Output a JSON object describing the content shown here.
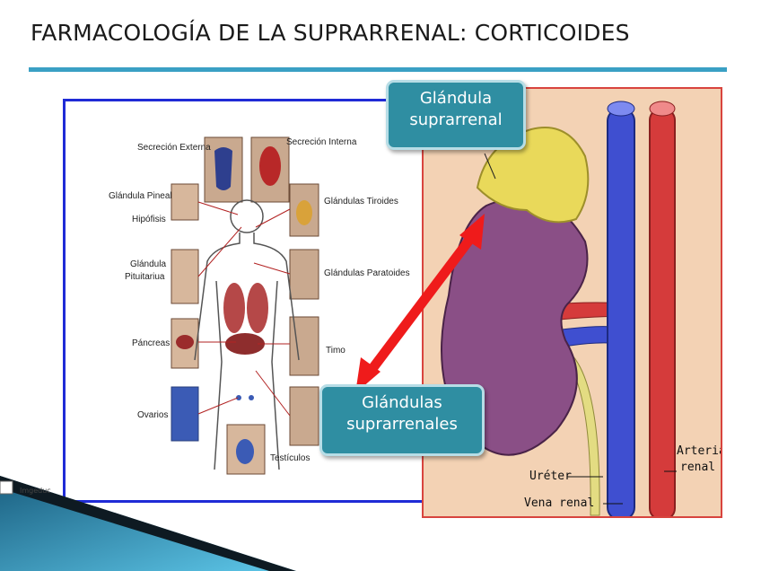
{
  "slide": {
    "title": "FARMACOLOGÍA DE LA SUPRARRENAL: CORTICOIDES"
  },
  "left_diagram": {
    "labels": [
      "Secreción Externa",
      "Secreción Interna",
      "Glándula Pineal",
      "Hipófisis",
      "Glándula",
      "Pituitariua",
      "Glándulas Tiroides",
      "Glándulas Paratoides",
      "Páncreas",
      "Timo",
      "Ovarios",
      "Testículos"
    ]
  },
  "right_diagram": {
    "callout_top": [
      "Glándula",
      "suprarrenal"
    ],
    "callout_bottom": [
      "Glándulas",
      "suprarrenales"
    ],
    "labels": {
      "ureter": "Uréter",
      "vena": "Vena renal",
      "arteria_1": "Arteria",
      "arteria_2": "renal"
    }
  },
  "footer": {
    "small_text": "Imgeduc"
  },
  "colors": {
    "accent_rule": "#3aa0c4",
    "left_frame": "#1f2bd6",
    "right_frame": "#d8443e",
    "callout": "#2f8ea2",
    "arrow": "#ef1b1b",
    "kidney": "#8a4f86",
    "gland": "#e9d95a",
    "vein": "#3f4fd0",
    "artery": "#d53b3b"
  }
}
